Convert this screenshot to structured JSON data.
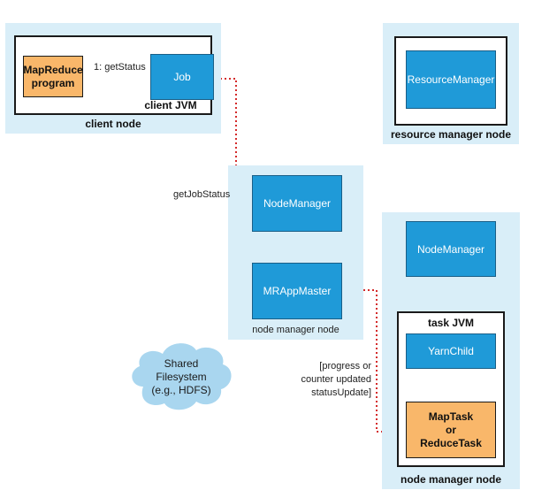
{
  "client": {
    "node_label": "client node",
    "jvm_label": "client JVM",
    "program_label": "MapReduce\nprogram",
    "job_label": "Job"
  },
  "resource_manager": {
    "node_label": "resource manager node",
    "box_label": "ResourceManager"
  },
  "middle_node": {
    "node_label": "node manager node",
    "node_manager_label": "NodeManager",
    "app_master_label": "MRAppMaster"
  },
  "right_node": {
    "node_label": "node manager node",
    "node_manager_label": "NodeManager",
    "jvm_label": "task JVM",
    "yarn_child_label": "YarnChild",
    "task_label": "MapTask\nor\nReduceTask"
  },
  "filesystem": {
    "label": "Shared\nFilesystem\n(e.g., HDFS)"
  },
  "edges": {
    "get_status": "1: getStatus",
    "get_job_status": "getJobStatus",
    "status_update": "[progress or\ncounter updated\nstatusUpdate]"
  },
  "colors": {
    "node_bg": "#d9eef8",
    "component_blue": "#1f9ad8",
    "program_orange": "#f9b76a",
    "arrow_red": "#d42a2a",
    "cloud": "#a9d6ef"
  }
}
